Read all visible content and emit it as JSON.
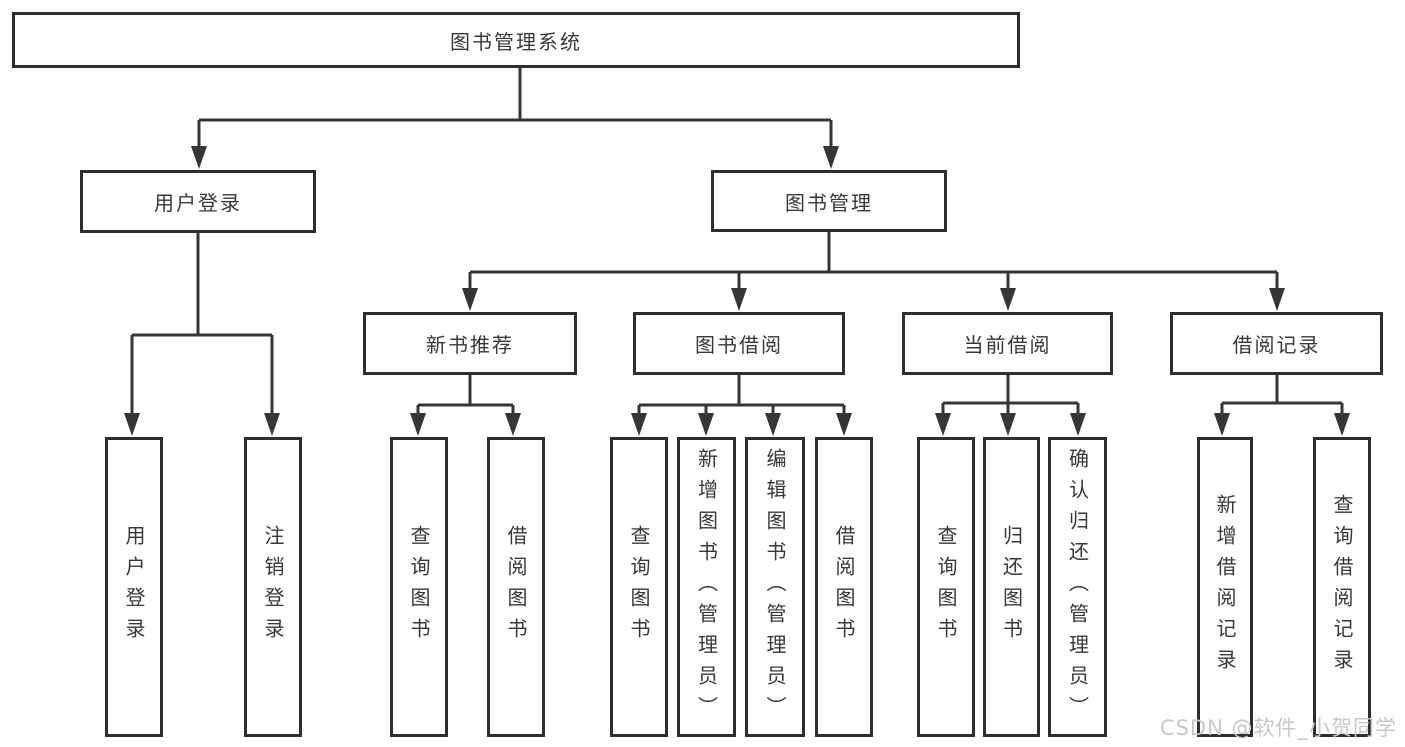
{
  "diagram": {
    "root": {
      "label": "图书管理系统",
      "children": [
        {
          "label": "用户登录",
          "children": [
            {
              "label": "用户登录"
            },
            {
              "label": "注销登录"
            }
          ]
        },
        {
          "label": "图书管理",
          "children": [
            {
              "label": "新书推荐",
              "children": [
                {
                  "label": "查询图书"
                },
                {
                  "label": "借阅图书"
                }
              ]
            },
            {
              "label": "图书借阅",
              "children": [
                {
                  "label": "查询图书"
                },
                {
                  "label": "新增图书（管理员）"
                },
                {
                  "label": "编辑图书（管理员）"
                },
                {
                  "label": "借阅图书"
                }
              ]
            },
            {
              "label": "当前借阅",
              "children": [
                {
                  "label": "查询图书"
                },
                {
                  "label": "归还图书"
                },
                {
                  "label": "确认归还（管理员）"
                }
              ]
            },
            {
              "label": "借阅记录",
              "children": [
                {
                  "label": "新增借阅记录"
                },
                {
                  "label": "查询借阅记录"
                }
              ]
            }
          ]
        }
      ]
    }
  },
  "watermark": "CSDN @软件_小贺同学",
  "colors": {
    "line": "#363636",
    "box_border": "#2e2e2e",
    "text": "#383838",
    "watermark": "#c8c8c8",
    "background": "#ffffff"
  }
}
